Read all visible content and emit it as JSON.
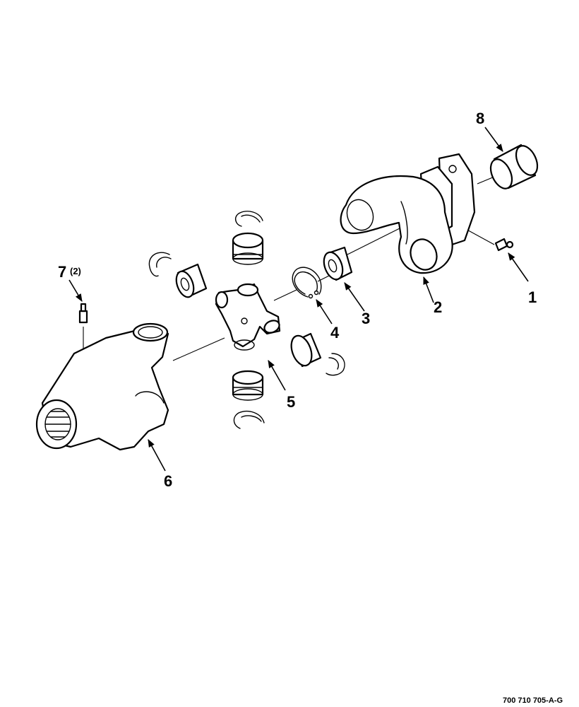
{
  "callouts": {
    "c1": "1",
    "c2": "2",
    "c3": "3",
    "c4": "4",
    "c5": "5",
    "c6": "6",
    "c7": "7",
    "c7_qty": "(2)",
    "c8": "8"
  },
  "reference_number": "700 710 705-A-G"
}
